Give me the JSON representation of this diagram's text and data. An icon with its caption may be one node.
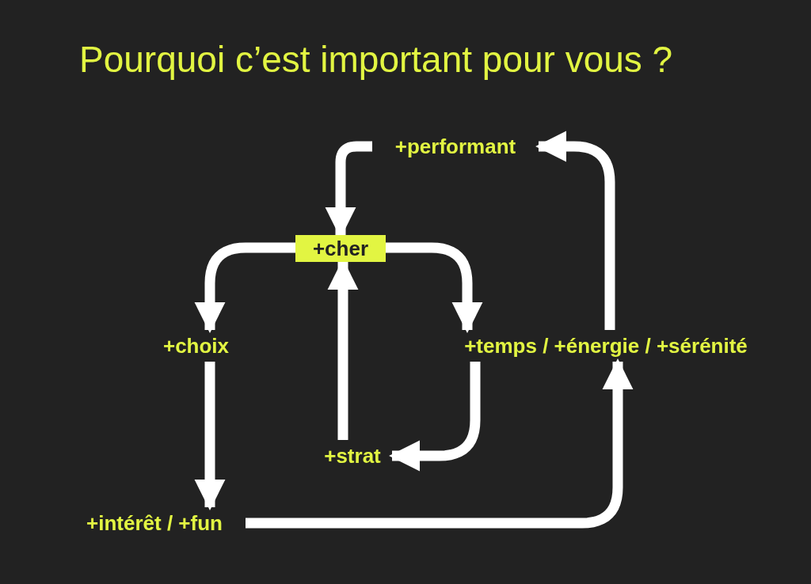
{
  "diagram": {
    "title": "Pourquoi c’est important pour vous ?",
    "nodes": [
      {
        "text": [
          "+performant"
        ]
      },
      {
        "text": [
          "+cher"
        ]
      },
      {
        "text": [
          "+choix"
        ]
      },
      {
        "text": [
          "+temps / +énergie / +sérénité"
        ]
      },
      {
        "text": [
          "+strat"
        ]
      },
      {
        "text": [
          "+intérêt / +fun"
        ]
      }
    ],
    "edges": [
      {
        "from": 0,
        "to": 1,
        "arrow": "to"
      },
      {
        "from": 1,
        "to": 2,
        "arrow": "to"
      },
      {
        "from": 1,
        "to": 3,
        "arrow": "to"
      },
      {
        "from": 3,
        "to": 4,
        "arrow": "to"
      },
      {
        "from": 4,
        "to": 1,
        "arrow": "to"
      },
      {
        "from": 2,
        "to": 5,
        "arrow": "to"
      },
      {
        "from": 5,
        "to": 3,
        "arrow": "to"
      },
      {
        "from": 3,
        "to": 0,
        "arrow": "to"
      }
    ]
  }
}
